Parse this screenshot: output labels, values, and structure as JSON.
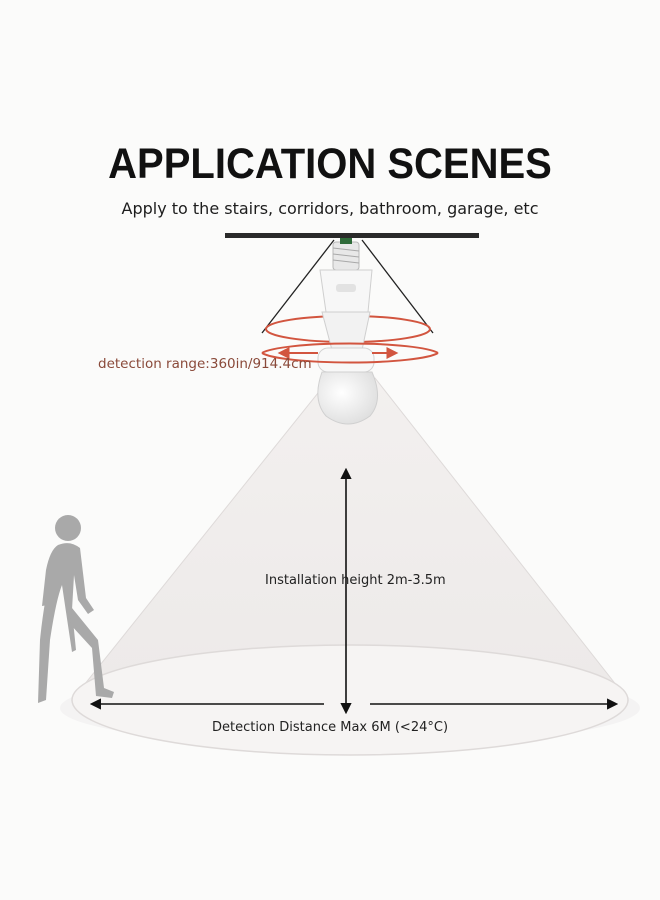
{
  "scene": {
    "title": "APPLICATION SCENES",
    "subtitle": "Apply to the stairs, corridors, bathroom, garage, etc",
    "detection_range_label": "detection range:360in/914.4cm",
    "installation_height_label": "Installation height 2m-3.5m",
    "detection_distance_label": "Detection Distance Max 6M (<24°C)"
  },
  "colors": {
    "background": "#fbfbfa",
    "title": "#111111",
    "range_text": "#8a4a3a",
    "range_ring": "#d2553f",
    "cone": "#efeceb",
    "arrow": "#111111",
    "silhouette": "#a8a8a8"
  },
  "icons": {
    "sensor": "bulb-socket-sensor-icon",
    "person": "walking-person-icon"
  }
}
